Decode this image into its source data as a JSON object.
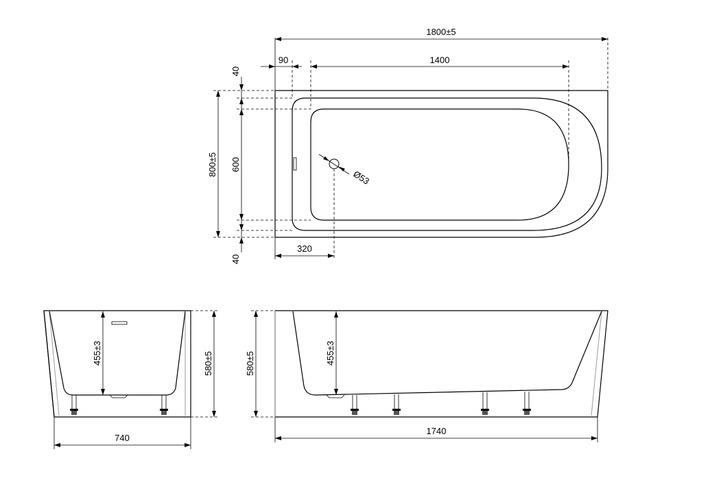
{
  "top_view": {
    "overall_length": "1800±5",
    "left_offset": "90",
    "inner_length": "1400",
    "overall_width": "800±5",
    "inner_width": "600",
    "top_margin": "40",
    "bottom_margin": "40",
    "drain_offset": "320",
    "drain_diameter": "Ø53"
  },
  "end_view": {
    "depth": "455±3",
    "height": "580±5",
    "width": "740"
  },
  "side_view": {
    "height": "580±5",
    "depth": "455±3",
    "length": "1740"
  }
}
